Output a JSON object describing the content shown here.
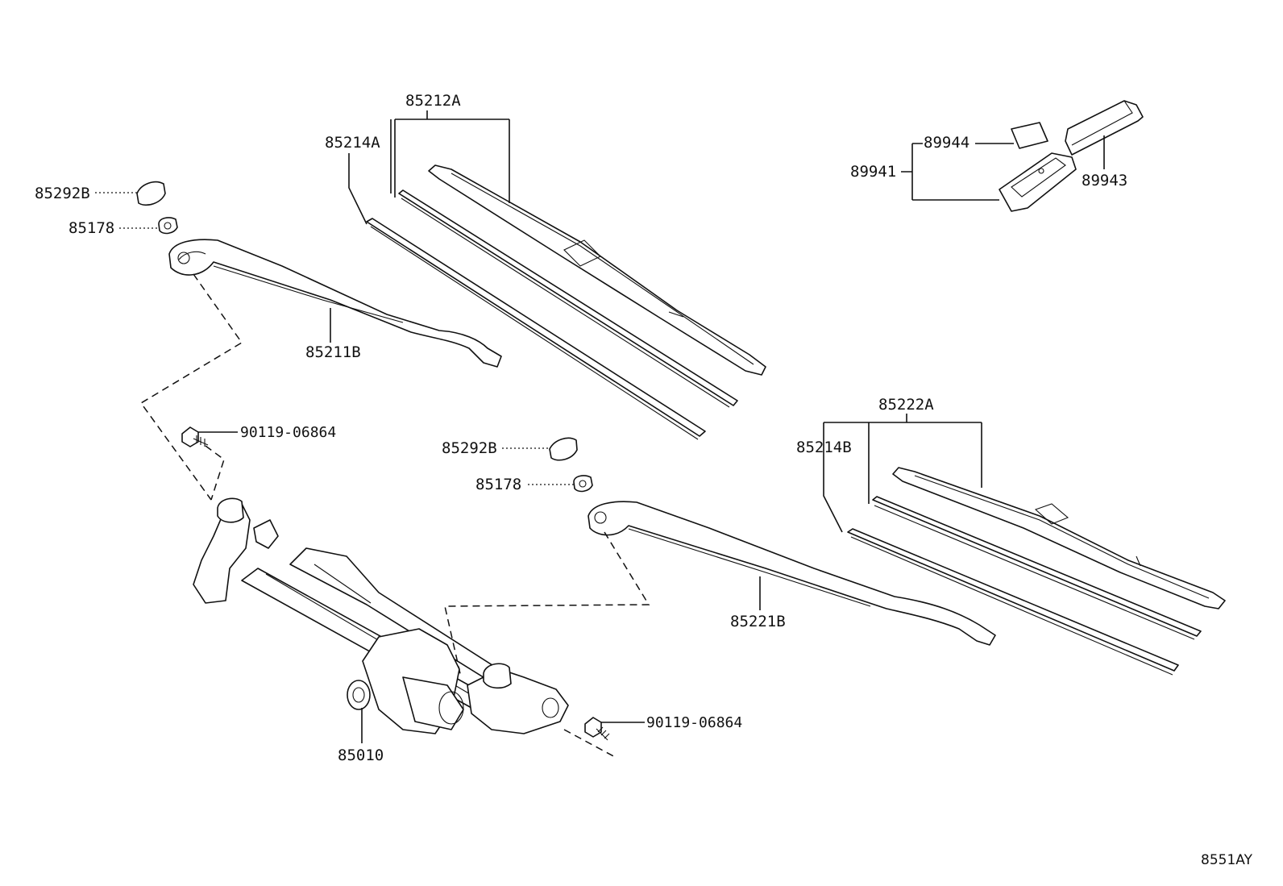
{
  "callouts": {
    "p85212A": "85212A",
    "p85214A": "85214A",
    "p85292B_left": "85292B",
    "p85178_left": "85178",
    "p85211B": "85211B",
    "p89944": "89944",
    "p89941": "89941",
    "p89943": "89943",
    "p90119_upper": "90119-06864",
    "p85292B_right": "85292B",
    "p85178_right": "85178",
    "p85222A": "85222A",
    "p85214B": "85214B",
    "p85221B": "85221B",
    "p85010": "85010",
    "p90119_lower": "90119-06864"
  },
  "figure_id": "8551AY"
}
